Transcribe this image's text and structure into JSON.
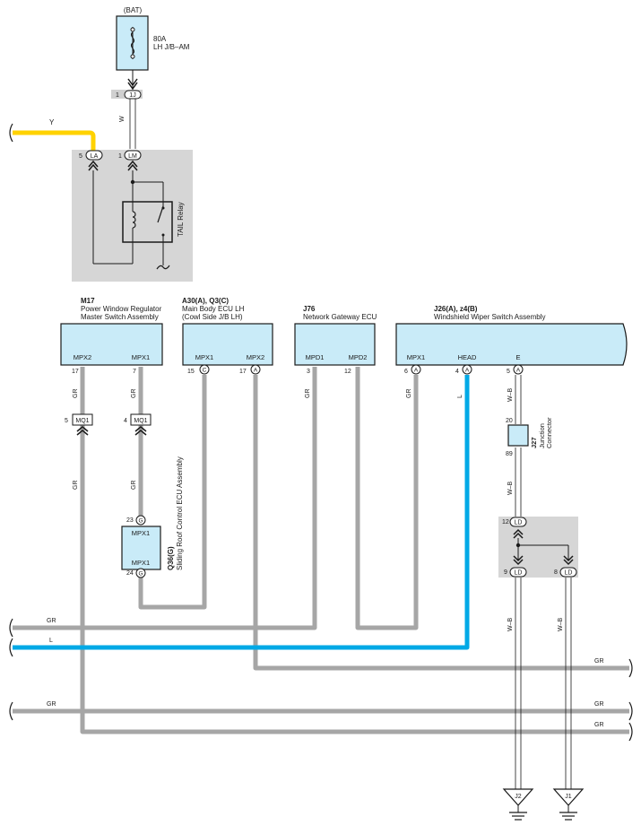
{
  "colors": {
    "gray_wire": "#a6a6a6",
    "blue_wire": "#00a9e6",
    "yellow_wire": "#ffd200",
    "component_fill": "#c9ebf8",
    "relay_box_fill": "#d6d6d6",
    "junction_fill": "#d6d6d6"
  },
  "battery": {
    "source_label": "(BAT)",
    "fuse_rating": "80A",
    "fuse_location": "LH J/B–AM"
  },
  "connector_1j": {
    "pin": "1",
    "code": "1J"
  },
  "wire_w": "W",
  "wire_y": "Y",
  "tail_relay": {
    "label": "TAIL Relay",
    "pin_la": {
      "num": "5",
      "code": "LA"
    },
    "pin_lm": {
      "num": "1",
      "code": "LM"
    }
  },
  "components": {
    "m17": {
      "id": "M17",
      "name1": "Power Window Regulator",
      "name2": "Master Switch Assembly",
      "pins": [
        {
          "label": "MPX2",
          "num": "17",
          "wire": "GR"
        },
        {
          "label": "MPX1",
          "num": "7",
          "wire": "GR"
        }
      ]
    },
    "a30": {
      "id": "A30(A), Q3(C)",
      "name1": "Main Body ECU LH",
      "name2": "(Cowl Side J/B LH)",
      "pins": [
        {
          "label": "MPX1",
          "num": "15",
          "code": "C"
        },
        {
          "label": "MPX2",
          "num": "17",
          "code": "A"
        }
      ]
    },
    "j76": {
      "id": "J76",
      "name1": "Network Gateway ECU",
      "pins": [
        {
          "label": "MPD1",
          "num": "3",
          "wire": "GR"
        },
        {
          "label": "MPD2",
          "num": "12"
        }
      ]
    },
    "j26": {
      "id": "J26(A), z4(B)",
      "name1": "Windshield Wiper Switch Assembly",
      "pins": [
        {
          "label": "MPX1",
          "num": "6",
          "code": "A",
          "wire": "GR"
        },
        {
          "label": "HEAD",
          "num": "4",
          "code": "A",
          "wire": "L"
        },
        {
          "label": "E",
          "num": "5",
          "code": "A",
          "wire": "W–B"
        }
      ]
    }
  },
  "mq1_left": {
    "num": "5",
    "code": "MQ1"
  },
  "mq1_right": {
    "num": "4",
    "code": "MQ1"
  },
  "wire_gr_below_left": "GR",
  "wire_gr_below_right": "GR",
  "q36": {
    "id": "Q36(G)",
    "name": "Sliding Roof Control ECU Assembly",
    "top_pin": {
      "num": "23",
      "code": "G",
      "label": "MPX1"
    },
    "bottom_pin": {
      "num": "24",
      "code": "G",
      "label": "MPX1"
    }
  },
  "j27": {
    "id": "J27",
    "name1": "Junction",
    "name2": "Connector",
    "pin_top": "20",
    "pin_bottom": "89",
    "wire_below": "W–B"
  },
  "ld_connector": {
    "top": {
      "num": "12",
      "code": "LD"
    },
    "left": {
      "num": "9",
      "code": "LD"
    },
    "right": {
      "num": "8",
      "code": "LD"
    }
  },
  "ground_wires": {
    "left": "W–B",
    "right": "W–B"
  },
  "grounds": {
    "j2": "J2",
    "j1": "J1"
  },
  "bus_labels": {
    "gr_left_top": "GR",
    "l_left": "L",
    "gr_right_1": "GR",
    "gr_left_bottom": "GR",
    "gr_right_2": "GR",
    "gr_right_3": "GR"
  }
}
